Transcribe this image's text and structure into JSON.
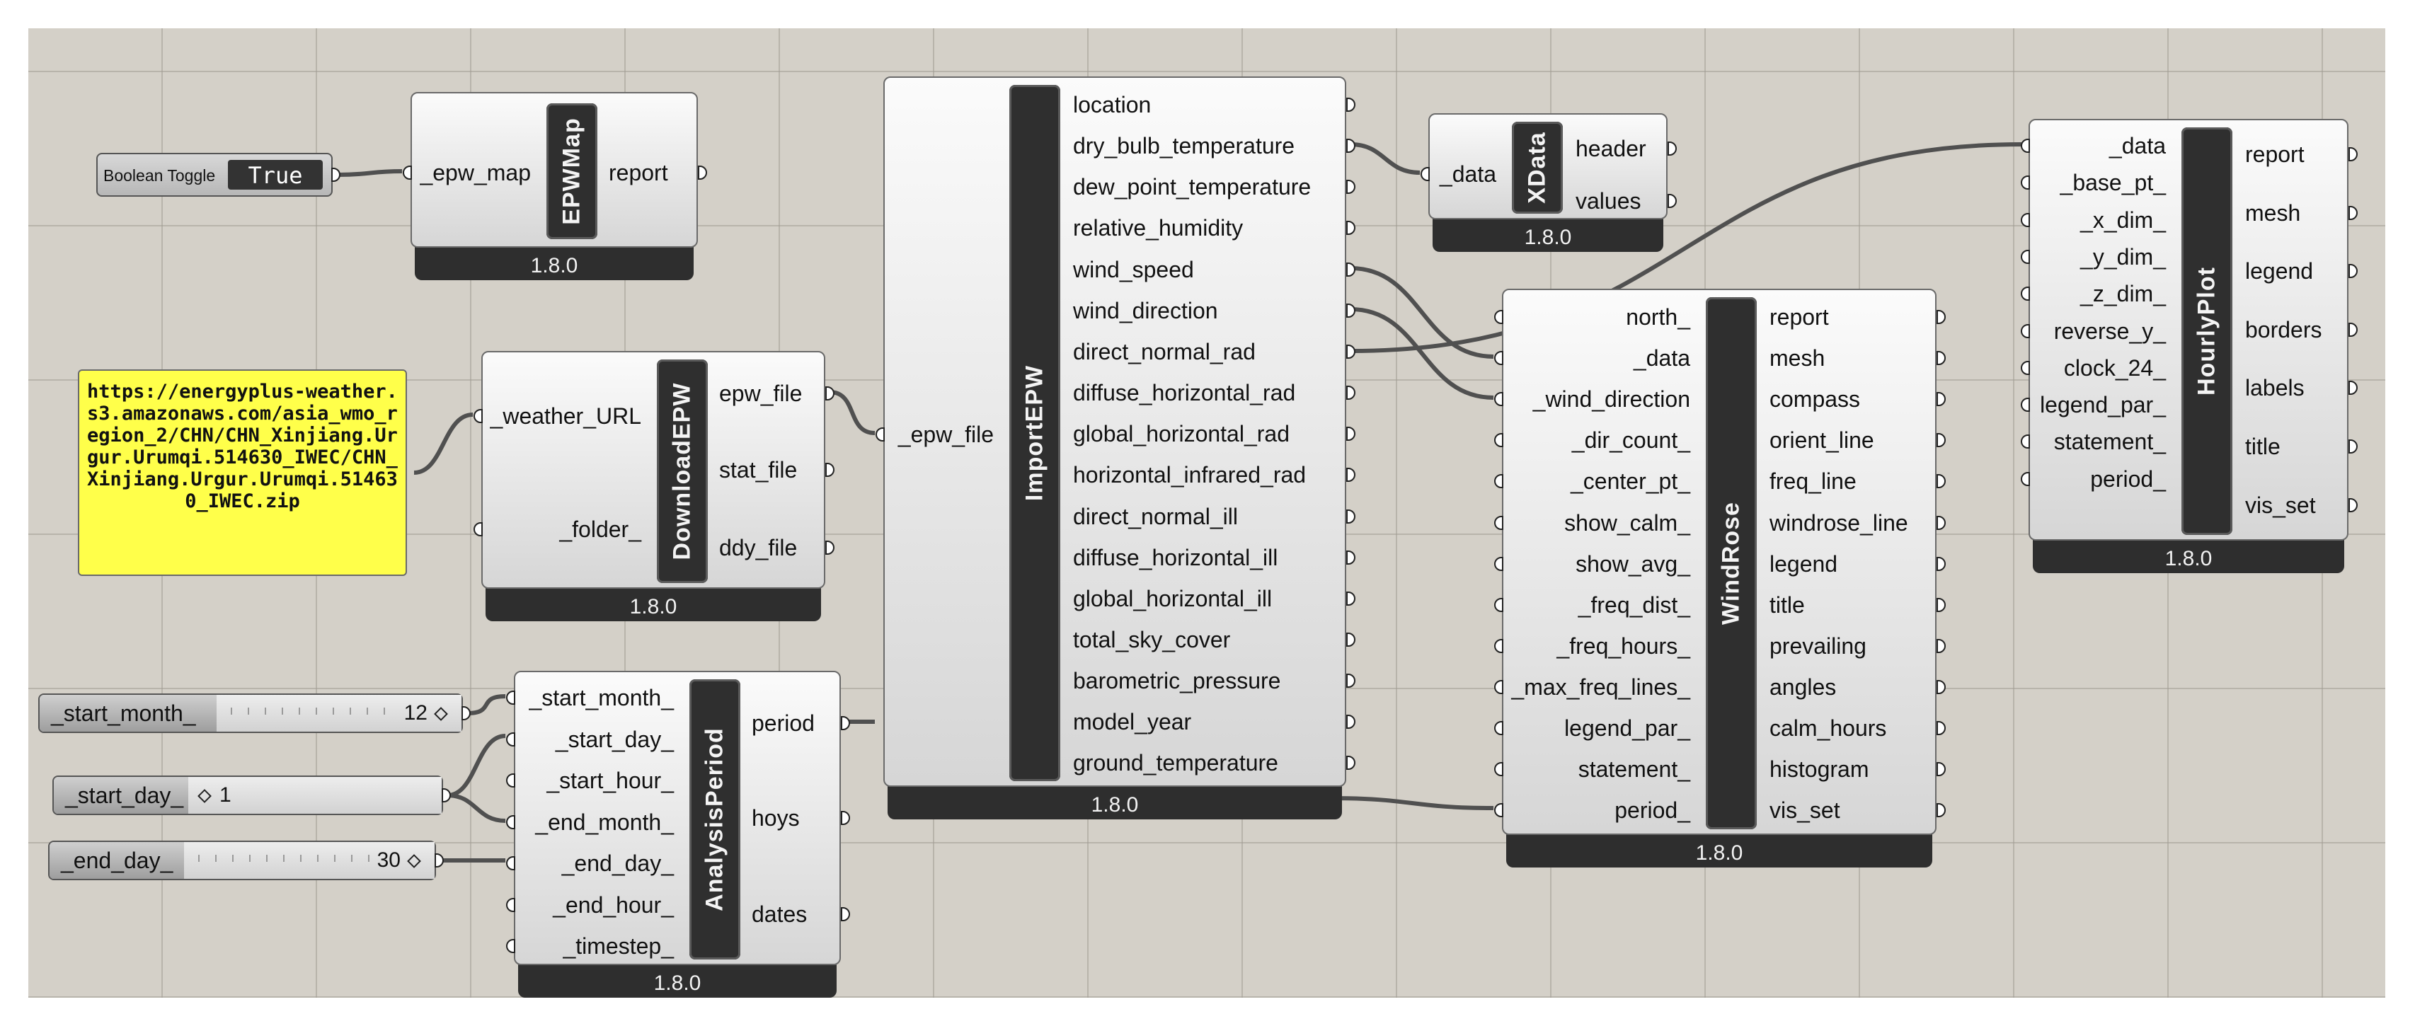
{
  "boolean_toggle": {
    "label": "Boolean Toggle",
    "value": "True"
  },
  "url_panel": {
    "text": "https://energyplus-weather.s3.amazonaws.com/asia_wmo_region_2/CHN/CHN_Xinjiang.Urgur.Urumqi.514630_IWEC/CHN_Xinjiang.Urgur.Urumqi.514630_IWEC.zip"
  },
  "sliders": {
    "start_month": {
      "label": "_start_month_",
      "value": "12"
    },
    "start_day": {
      "label": "_start_day_",
      "value": "1"
    },
    "end_day": {
      "label": "_end_day_",
      "value": "30"
    }
  },
  "components": {
    "epwmap": {
      "name": "EPWMap",
      "version": "1.8.0",
      "inputs": [
        "_epw_map"
      ],
      "outputs": [
        "report"
      ]
    },
    "download_epw": {
      "name": "DownloadEPW",
      "version": "1.8.0",
      "inputs": [
        "_weather_URL",
        "_folder_"
      ],
      "outputs": [
        "epw_file",
        "stat_file",
        "ddy_file"
      ]
    },
    "analysis_period": {
      "name": "AnalysisPeriod",
      "version": "1.8.0",
      "inputs": [
        "_start_month_",
        "_start_day_",
        "_start_hour_",
        "_end_month_",
        "_end_day_",
        "_end_hour_",
        "_timestep_"
      ],
      "outputs": [
        "period",
        "hoys",
        "dates"
      ]
    },
    "import_epw": {
      "name": "ImportEPW",
      "version": "1.8.0",
      "inputs": [
        "_epw_file"
      ],
      "outputs": [
        "location",
        "dry_bulb_temperature",
        "dew_point_temperature",
        "relative_humidity",
        "wind_speed",
        "wind_direction",
        "direct_normal_rad",
        "diffuse_horizontal_rad",
        "global_horizontal_rad",
        "horizontal_infrared_rad",
        "direct_normal_ill",
        "diffuse_horizontal_ill",
        "global_horizontal_ill",
        "total_sky_cover",
        "barometric_pressure",
        "model_year",
        "ground_temperature"
      ]
    },
    "xdata": {
      "name": "XData",
      "version": "1.8.0",
      "inputs": [
        "_data"
      ],
      "outputs": [
        "header",
        "values"
      ]
    },
    "windrose": {
      "name": "WindRose",
      "version": "1.8.0",
      "inputs": [
        "north_",
        "_data",
        "_wind_direction",
        "_dir_count_",
        "_center_pt_",
        "show_calm_",
        "show_avg_",
        "_freq_dist_",
        "_freq_hours_",
        "_max_freq_lines_",
        "legend_par_",
        "statement_",
        "period_"
      ],
      "outputs": [
        "report",
        "mesh",
        "compass",
        "orient_line",
        "freq_line",
        "windrose_line",
        "legend",
        "title",
        "prevailing",
        "angles",
        "calm_hours",
        "histogram",
        "vis_set"
      ]
    },
    "hourlyplot": {
      "name": "HourlyPlot",
      "version": "1.8.0",
      "inputs": [
        "_data",
        "_base_pt_",
        "_x_dim_",
        "_y_dim_",
        "_z_dim_",
        "reverse_y_",
        "clock_24_",
        "legend_par_",
        "statement_",
        "period_"
      ],
      "outputs": [
        "report",
        "mesh",
        "legend",
        "borders",
        "labels",
        "title",
        "vis_set"
      ]
    }
  }
}
